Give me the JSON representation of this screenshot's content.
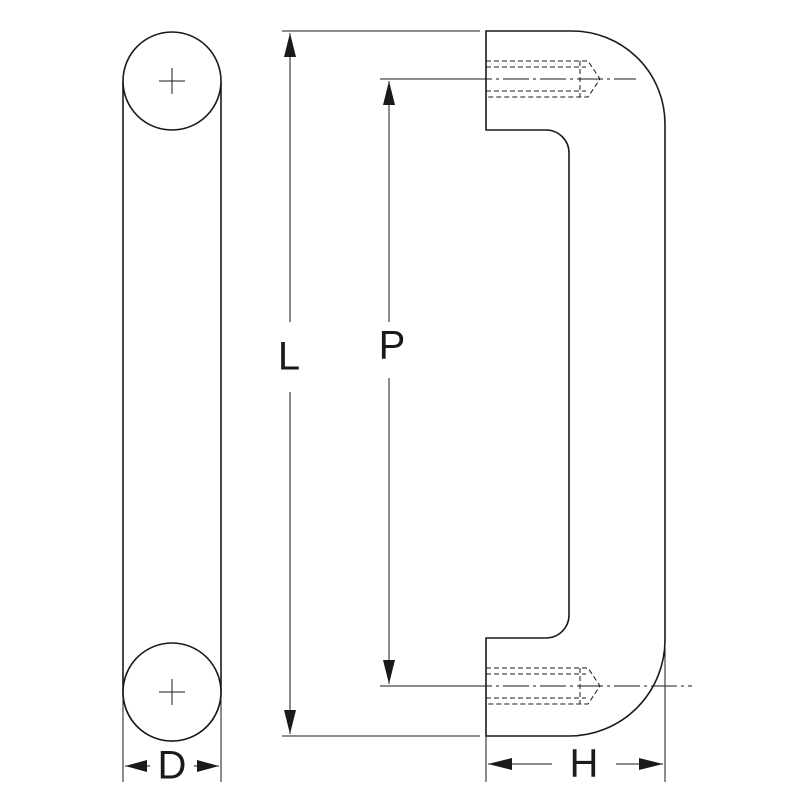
{
  "dimensions": {
    "length_label": "L",
    "pitch_label": "P",
    "depth_label": "D",
    "height_label": "H"
  },
  "colors": {
    "line": "#1a1a1a",
    "background": "#ffffff"
  }
}
